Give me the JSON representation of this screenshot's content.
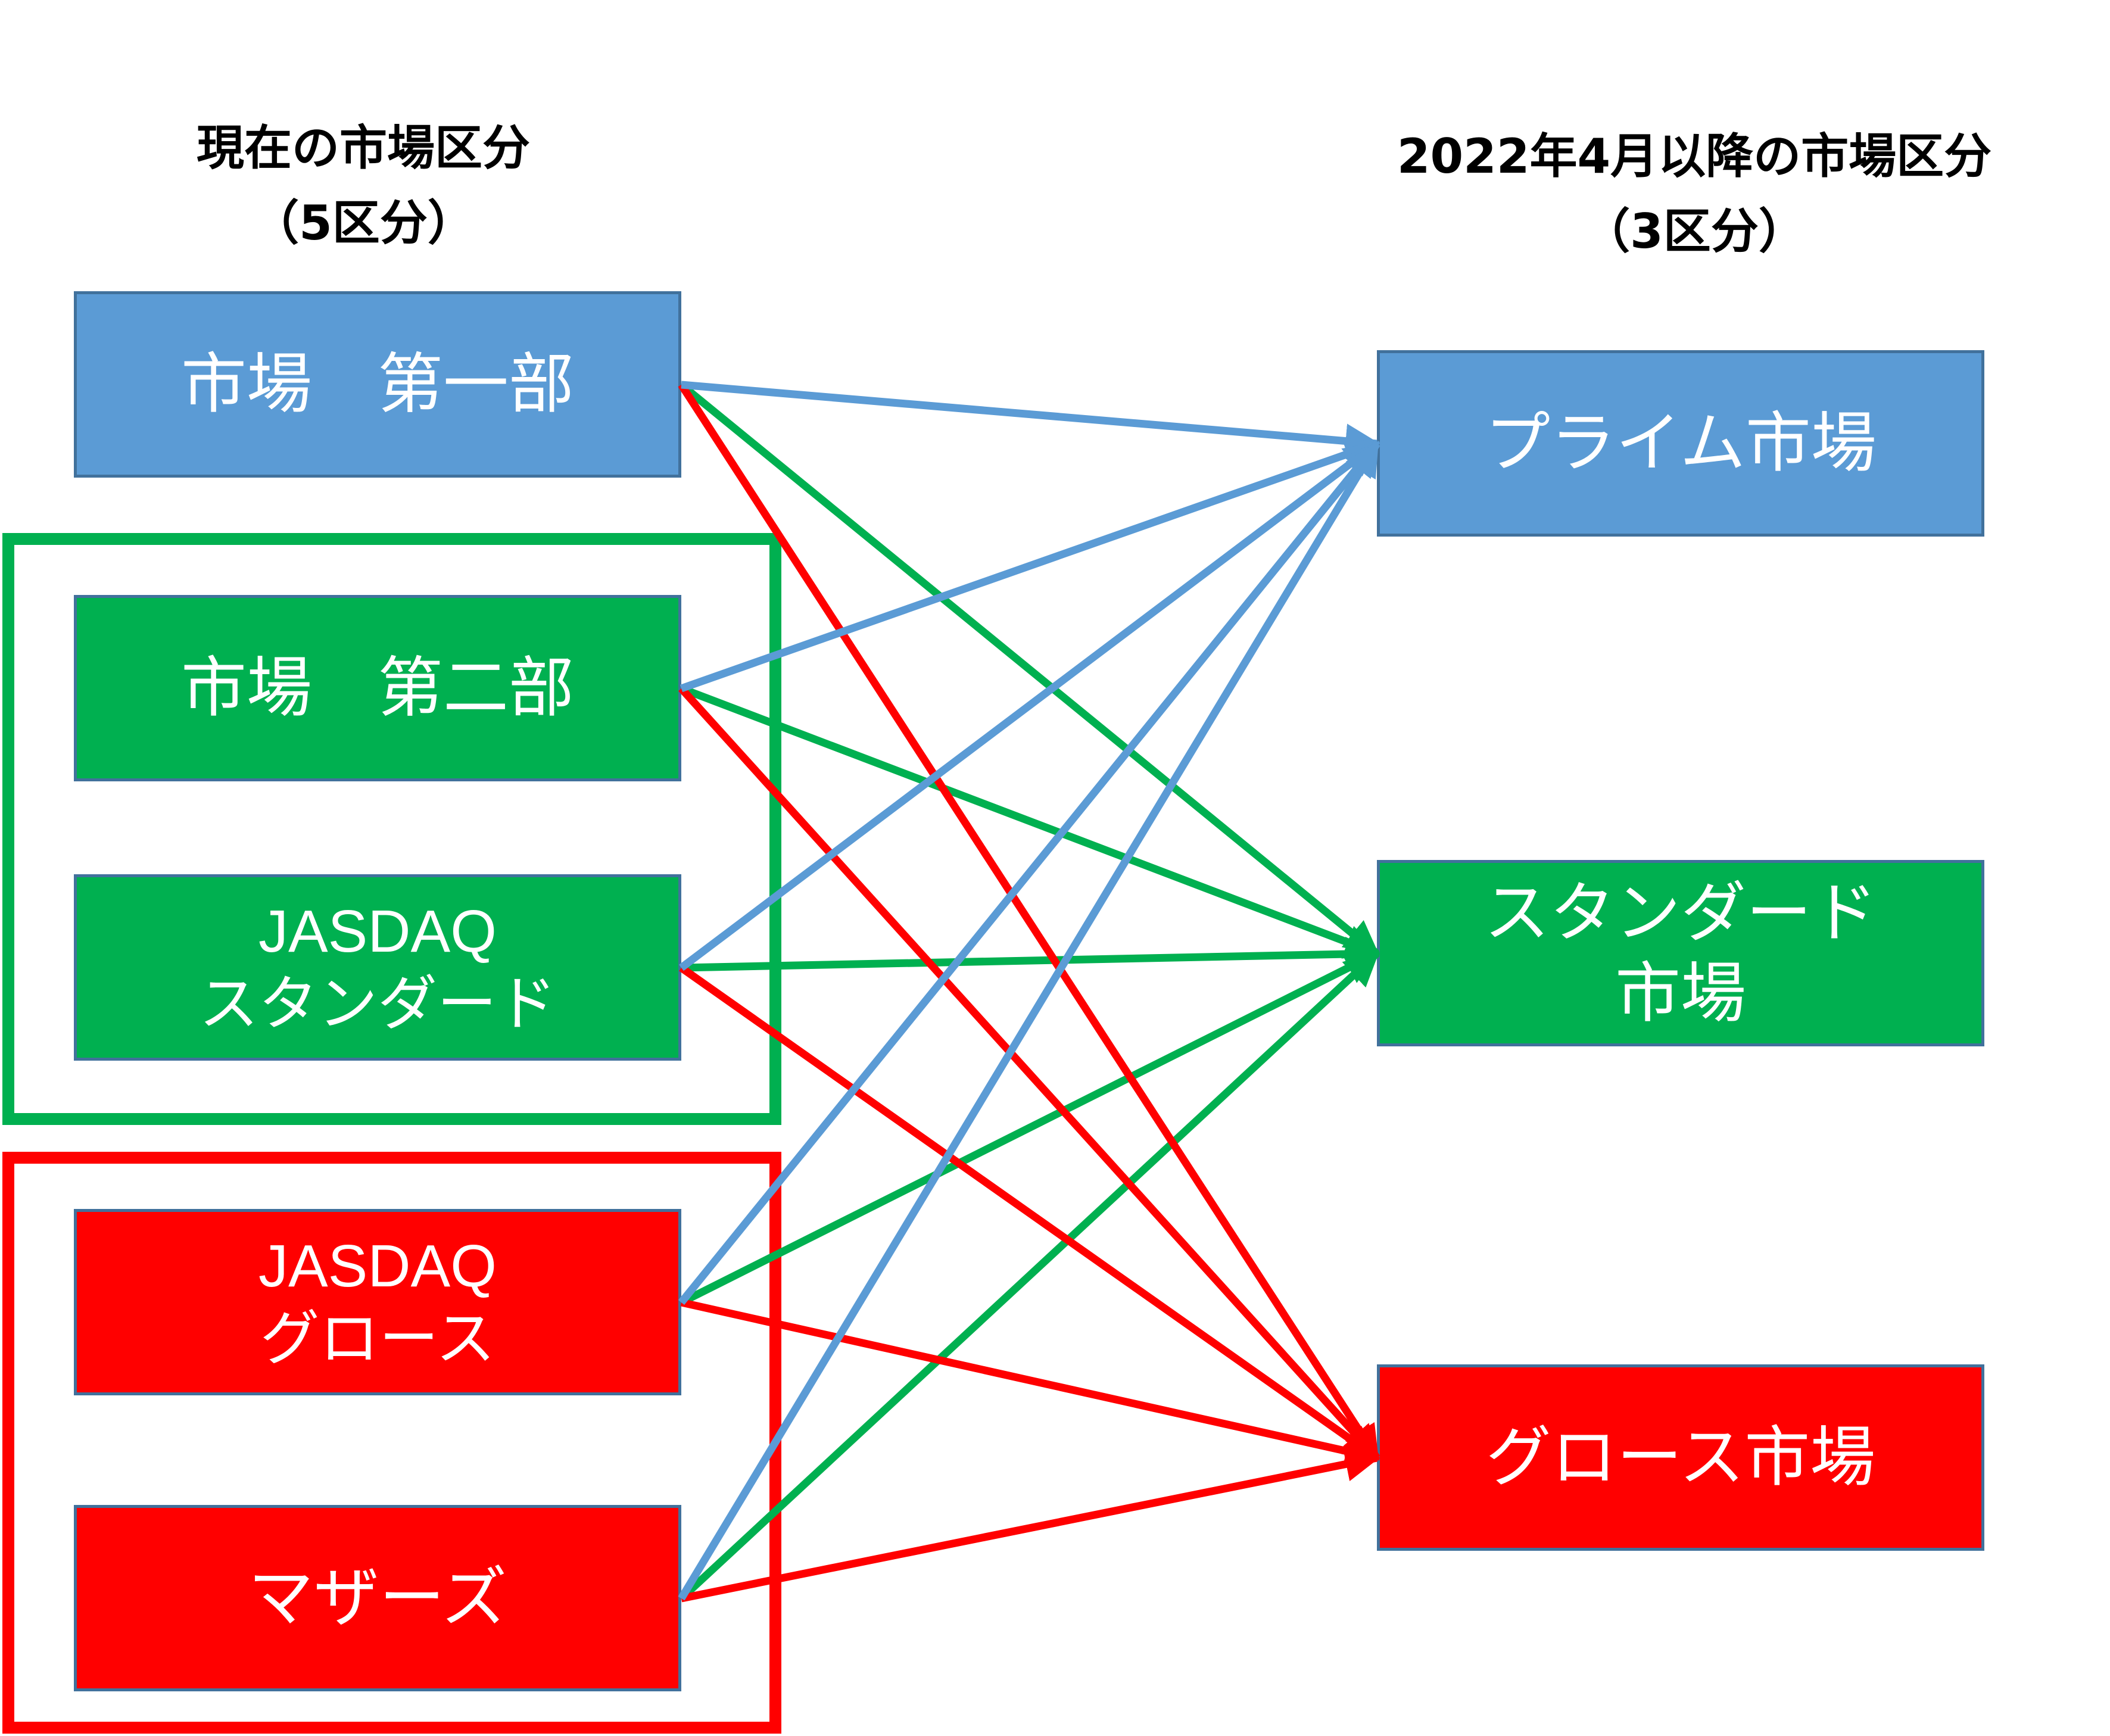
{
  "colors": {
    "blue": "#5b9bd5",
    "green": "#00b050",
    "red": "#ff0000",
    "box_border": "#41719c",
    "text_on_box": "#ffffff"
  },
  "headers": {
    "left": {
      "line1": "現在の市場区分",
      "line2": "（5区分）"
    },
    "right": {
      "line1": "2022年4月以降の市場区分",
      "line2": "（3区分）"
    }
  },
  "groups": [
    {
      "name": "green-group",
      "color": "green"
    },
    {
      "name": "red-group",
      "color": "red"
    }
  ],
  "sources": [
    {
      "lines": [
        "市場　第一部"
      ],
      "color": "blue"
    },
    {
      "lines": [
        "市場　第二部"
      ],
      "color": "green"
    },
    {
      "lines": [
        "JASDAQ",
        "スタンダード"
      ],
      "color": "green"
    },
    {
      "lines": [
        "JASDAQ",
        "グロース"
      ],
      "color": "red"
    },
    {
      "lines": [
        "マザーズ"
      ],
      "color": "red"
    }
  ],
  "destinations": [
    {
      "lines": [
        "プライム市場"
      ],
      "color": "blue"
    },
    {
      "lines": [
        "スタンダード",
        "市場"
      ],
      "color": "green"
    },
    {
      "lines": [
        "グロース市場"
      ],
      "color": "red"
    }
  ],
  "connections": [
    {
      "from": 0,
      "to": 0,
      "color": "blue"
    },
    {
      "from": 0,
      "to": 1,
      "color": "green"
    },
    {
      "from": 0,
      "to": 2,
      "color": "red"
    },
    {
      "from": 1,
      "to": 0,
      "color": "blue"
    },
    {
      "from": 1,
      "to": 1,
      "color": "green"
    },
    {
      "from": 1,
      "to": 2,
      "color": "red"
    },
    {
      "from": 2,
      "to": 0,
      "color": "blue"
    },
    {
      "from": 2,
      "to": 1,
      "color": "green"
    },
    {
      "from": 2,
      "to": 2,
      "color": "red"
    },
    {
      "from": 3,
      "to": 0,
      "color": "blue"
    },
    {
      "from": 3,
      "to": 1,
      "color": "green"
    },
    {
      "from": 3,
      "to": 2,
      "color": "red"
    },
    {
      "from": 4,
      "to": 0,
      "color": "blue"
    },
    {
      "from": 4,
      "to": 1,
      "color": "green"
    },
    {
      "from": 4,
      "to": 2,
      "color": "red"
    }
  ]
}
